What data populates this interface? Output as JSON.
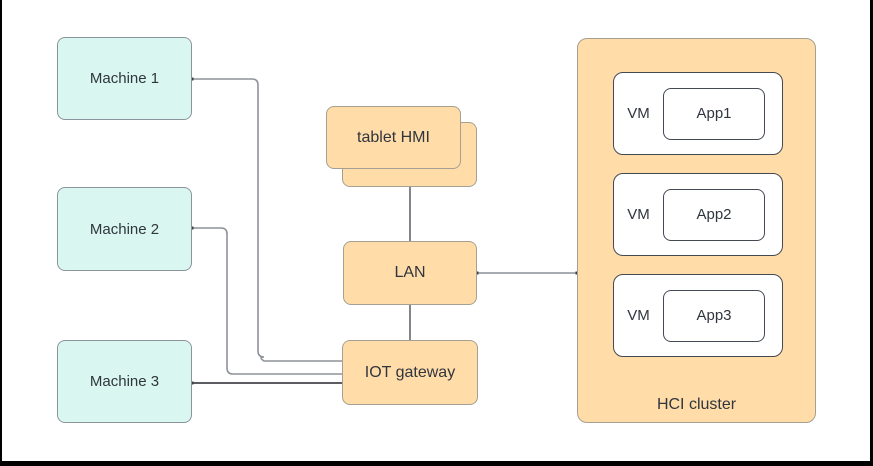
{
  "diagram": {
    "nodes": {
      "machines": [
        {
          "label": "Machine 1"
        },
        {
          "label": "Machine 2"
        },
        {
          "label": "Machine 3"
        }
      ],
      "tablet_hmi": {
        "label": "tablet HMI",
        "style": "stacked-double-box"
      },
      "lan": {
        "label": "LAN"
      },
      "iot_gateway": {
        "label": "IOT gateway"
      },
      "hci_cluster": {
        "label": "HCI cluster",
        "vms": [
          {
            "label": "VM",
            "app": "App1"
          },
          {
            "label": "VM",
            "app": "App2"
          },
          {
            "label": "VM",
            "app": "App3"
          }
        ]
      }
    },
    "edges": [
      {
        "from": "Machine 1",
        "to": "IOT gateway"
      },
      {
        "from": "Machine 2",
        "to": "IOT gateway"
      },
      {
        "from": "Machine 3",
        "to": "IOT gateway"
      },
      {
        "from": "tablet HMI",
        "to": "LAN"
      },
      {
        "from": "LAN",
        "to": "IOT gateway"
      },
      {
        "from": "LAN",
        "to": "HCI cluster"
      }
    ],
    "colors": {
      "machine_fill": "#d9f7f0",
      "machine_border": "#8b949c",
      "orange_fill": "#ffdca8",
      "orange_border": "#a5a093",
      "vm_fill": "#ffffff",
      "vm_border": "#434a54",
      "text": "#30353e",
      "connector_light_gray": "#8e9299",
      "connector_dark": "#23272e",
      "connector_mid": "#4d525a",
      "frame_black": "#000000"
    }
  }
}
